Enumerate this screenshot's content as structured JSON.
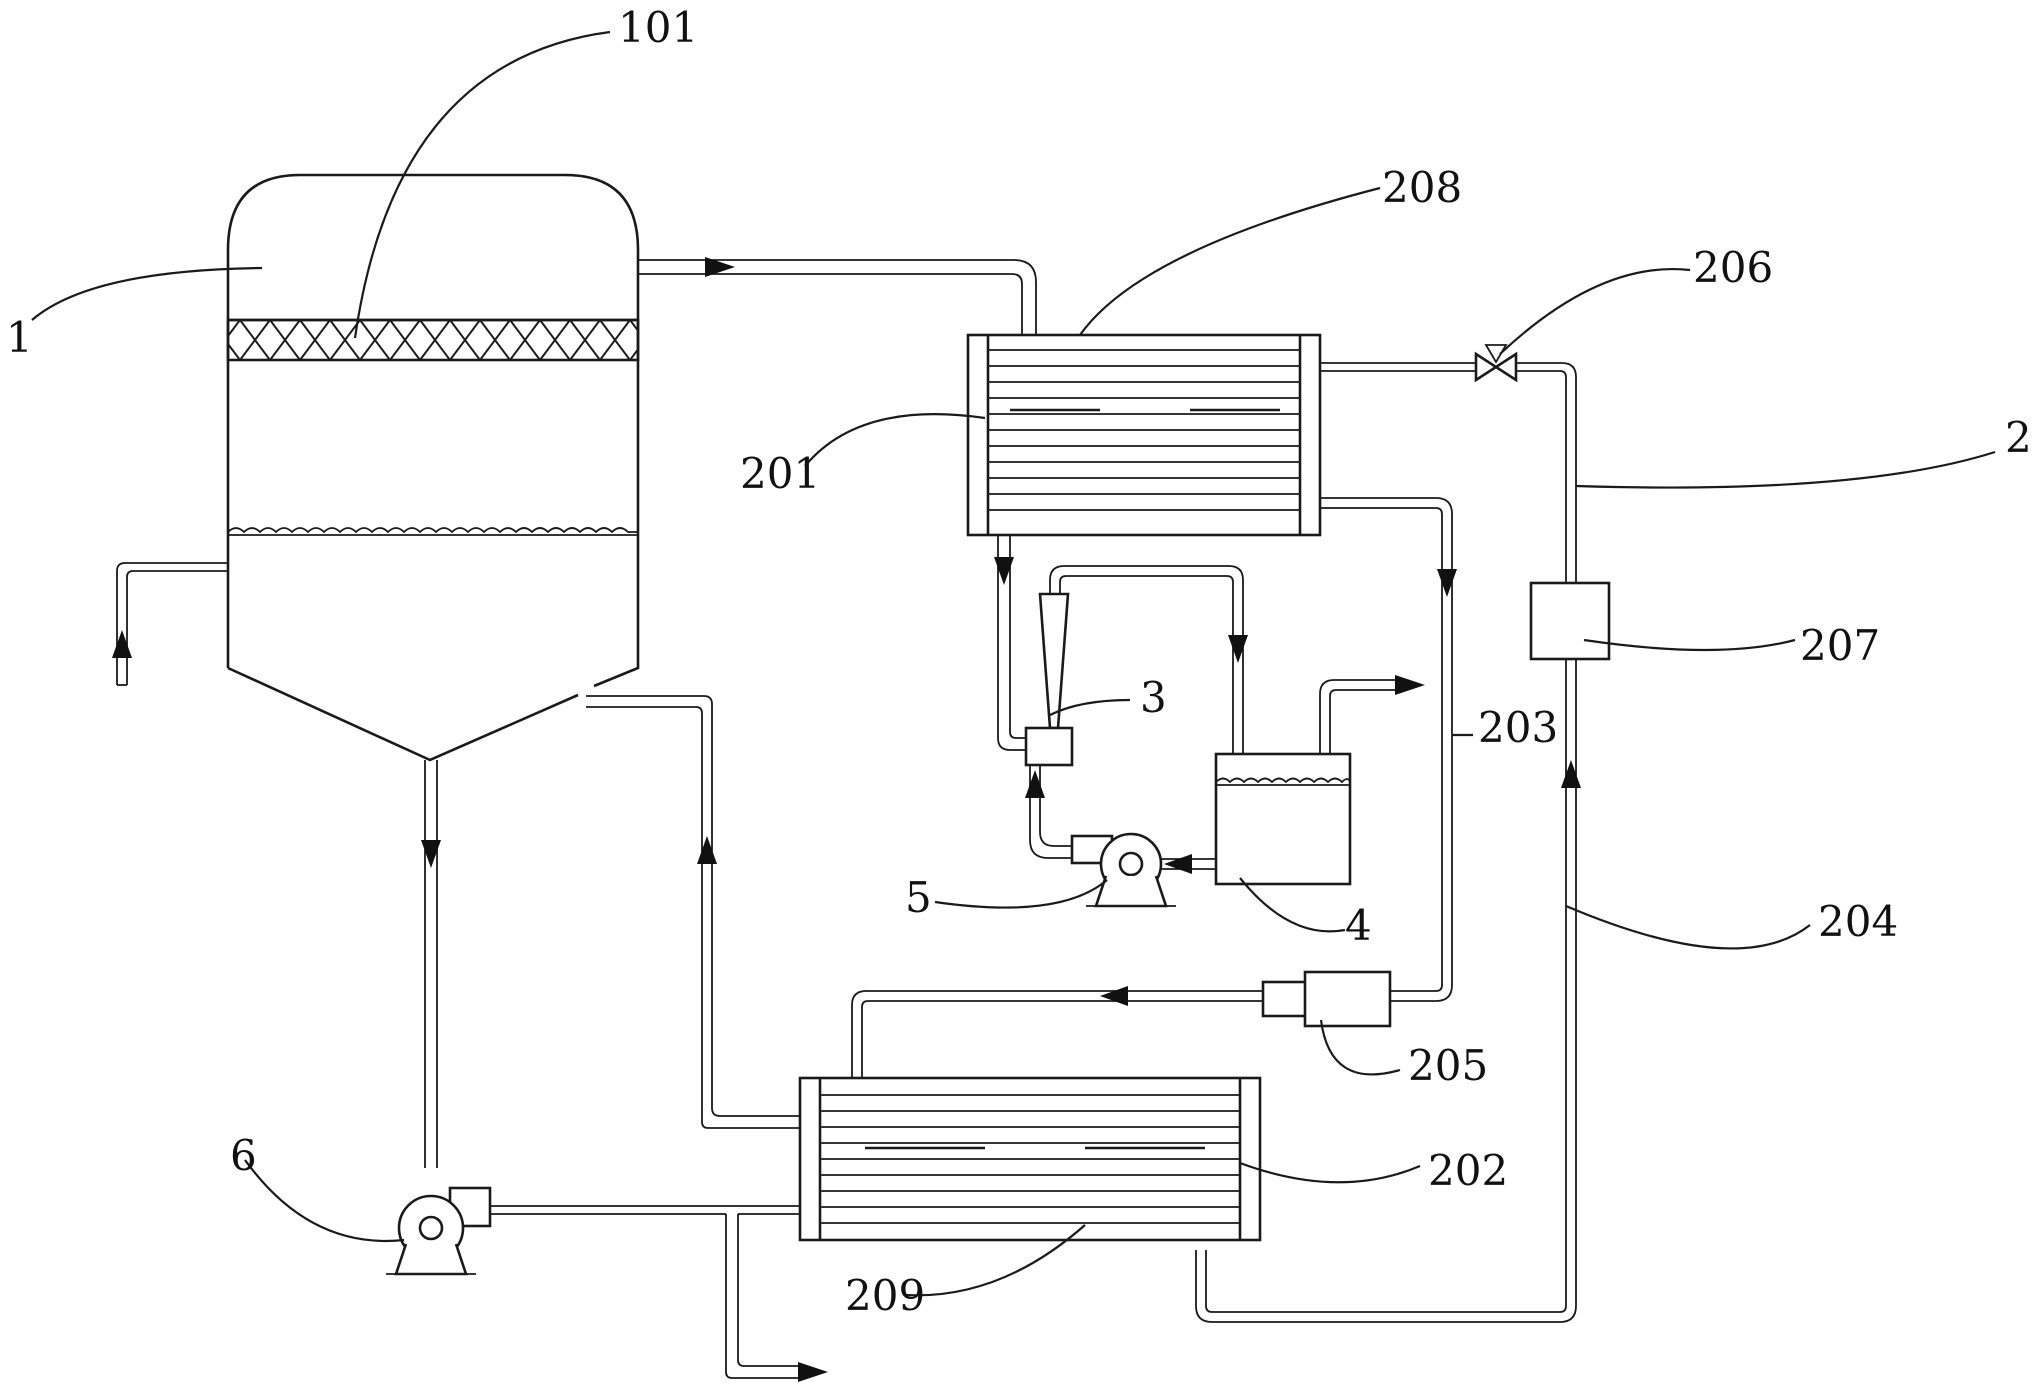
{
  "labels": {
    "l1": "1",
    "l101": "101",
    "l2": "2",
    "l201": "201",
    "l202": "202",
    "l203": "203",
    "l204": "204",
    "l205": "205",
    "l206": "206",
    "l207": "207",
    "l208": "208",
    "l209": "209",
    "l3": "3",
    "l4": "4",
    "l5": "5",
    "l6": "6"
  }
}
